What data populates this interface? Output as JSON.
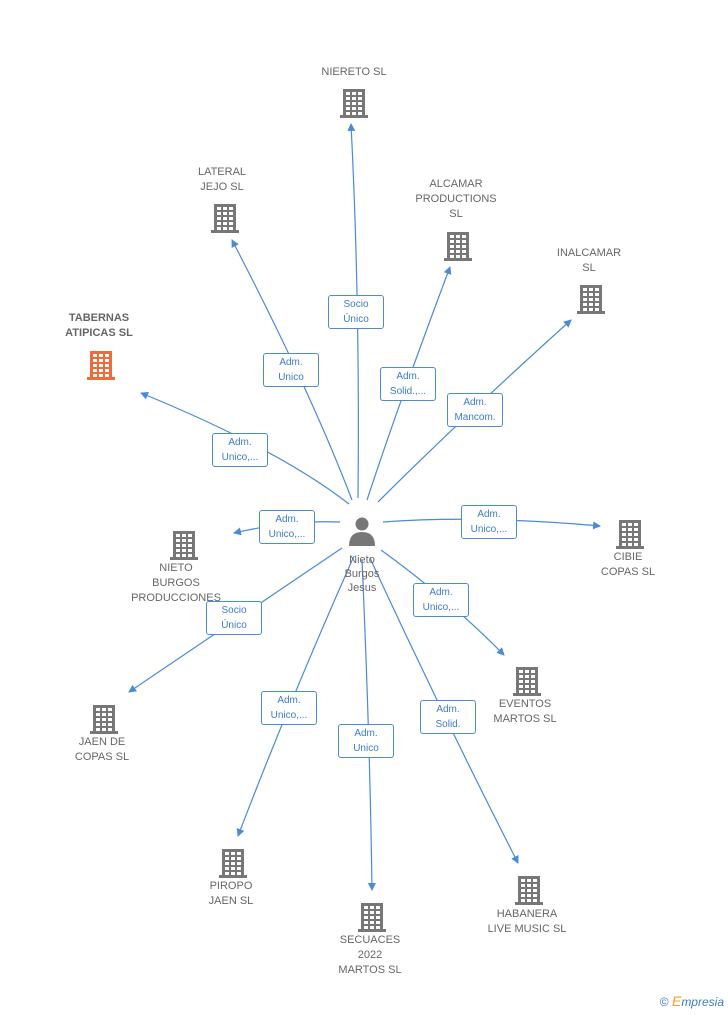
{
  "person": {
    "name": "Nieto\nBurgos\nJesus"
  },
  "companies": [
    {
      "id": "niereto",
      "name": "NIERETO  SL",
      "highlight": false
    },
    {
      "id": "lateral",
      "name": "LATERAL\nJEJO  SL",
      "highlight": false
    },
    {
      "id": "alcamar",
      "name": "ALCAMAR\nPRODUCTIONS\nSL",
      "highlight": false
    },
    {
      "id": "inalcamar",
      "name": "INALCAMAR\nSL",
      "highlight": false
    },
    {
      "id": "tabernas",
      "name": "TABERNAS\nATIPICAS  SL",
      "highlight": true
    },
    {
      "id": "nieto_burgos",
      "name": "NIETO\nBURGOS\nPRODUCCIONES",
      "highlight": false
    },
    {
      "id": "cibie",
      "name": "CIBIE\nCOPAS  SL",
      "highlight": false
    },
    {
      "id": "jaen",
      "name": "JAEN DE\nCOPAS  SL",
      "highlight": false
    },
    {
      "id": "eventos",
      "name": "EVENTOS\nMARTOS  SL",
      "highlight": false
    },
    {
      "id": "piropo",
      "name": "PIROPO\nJAEN  SL",
      "highlight": false
    },
    {
      "id": "secuaces",
      "name": "SECUACES\n2022\nMARTOS  SL",
      "highlight": false
    },
    {
      "id": "habanera",
      "name": "HABANERA\nLIVE MUSIC  SL",
      "highlight": false
    }
  ],
  "edges": [
    {
      "to": "niereto",
      "label": "Socio\nÚnico"
    },
    {
      "to": "lateral",
      "label": "Adm.\nUnico"
    },
    {
      "to": "alcamar",
      "label": "Adm.\nSolid.,..."
    },
    {
      "to": "inalcamar",
      "label": "Adm.\nMancom."
    },
    {
      "to": "tabernas",
      "label": "Adm.\nUnico,..."
    },
    {
      "to": "nieto_burgos",
      "label": "Adm.\nUnico,..."
    },
    {
      "to": "cibie",
      "label": "Adm.\nUnico,..."
    },
    {
      "to": "jaen",
      "label": "Socio\nÚnico"
    },
    {
      "to": "eventos",
      "label": "Adm.\nUnico,..."
    },
    {
      "to": "piropo",
      "label": "Adm.\nUnico,..."
    },
    {
      "to": "secuaces",
      "label": "Adm.\nUnico"
    },
    {
      "to": "habanera",
      "label": "Adm.\nSolid."
    }
  ],
  "colors": {
    "edge": "#4a8ad8",
    "building": "#777777",
    "highlight": "#f06a3a",
    "person": "#777777"
  },
  "footer": {
    "copyright": "©",
    "brand_initial": "E",
    "brand_rest": "mpresia"
  }
}
